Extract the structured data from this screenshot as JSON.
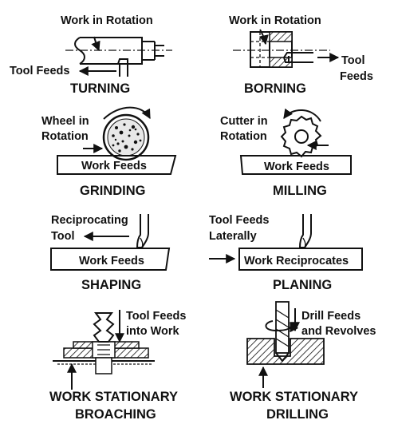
{
  "panels": {
    "turning": {
      "label_rotation": "Work in Rotation",
      "label_feed": "Tool Feeds",
      "title": "TURNING"
    },
    "borning": {
      "label_rotation": "Work in Rotation",
      "label_feed_1": "Tool",
      "label_feed_2": "Feeds",
      "title": "BORNING"
    },
    "grinding": {
      "label_1": "Wheel in",
      "label_2": "Rotation",
      "work": "Work Feeds",
      "title": "GRINDING"
    },
    "milling": {
      "label_1": "Cutter in",
      "label_2": "Rotation",
      "work": "Work Feeds",
      "title": "MILLING"
    },
    "shaping": {
      "label_1": "Reciprocating",
      "label_2": "Tool",
      "work": "Work Feeds",
      "title": "SHAPING"
    },
    "planing": {
      "label_1": "Tool Feeds",
      "label_2": "Laterally",
      "work": "Work Reciprocates",
      "title": "PLANING"
    },
    "broaching": {
      "label_1": "Tool Feeds",
      "label_2": "into Work",
      "title_1": "WORK STATIONARY",
      "title_2": "BROACHING"
    },
    "drilling": {
      "label_1": "Drill Feeds",
      "label_2": "and Revolves",
      "title_1": "WORK STATIONARY",
      "title_2": "DRILLING"
    }
  },
  "colors": {
    "ink": "#111111",
    "background": "#ffffff"
  }
}
